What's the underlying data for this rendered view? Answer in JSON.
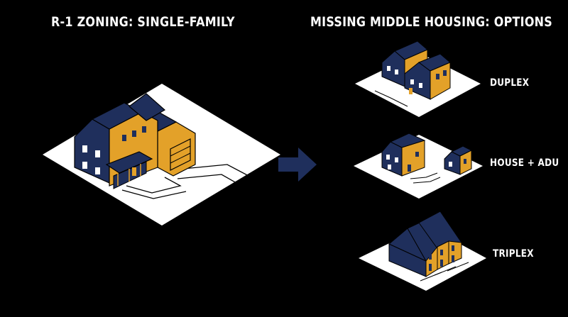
{
  "left_panel": {
    "title": "R-1 ZONING: SINGLE-FAMILY"
  },
  "right_panel": {
    "title": "MISSING MIDDLE HOUSING: OPTIONS",
    "options": [
      {
        "label": "DUPLEX"
      },
      {
        "label": "HOUSE + ADU"
      },
      {
        "label": "TRIPLEX"
      }
    ]
  },
  "colors": {
    "background": "#000000",
    "navy": "#1f2f5c",
    "orange": "#e3a129",
    "lot": "#ffffff",
    "text": "#ffffff",
    "arrow": "#1f2f5c"
  }
}
